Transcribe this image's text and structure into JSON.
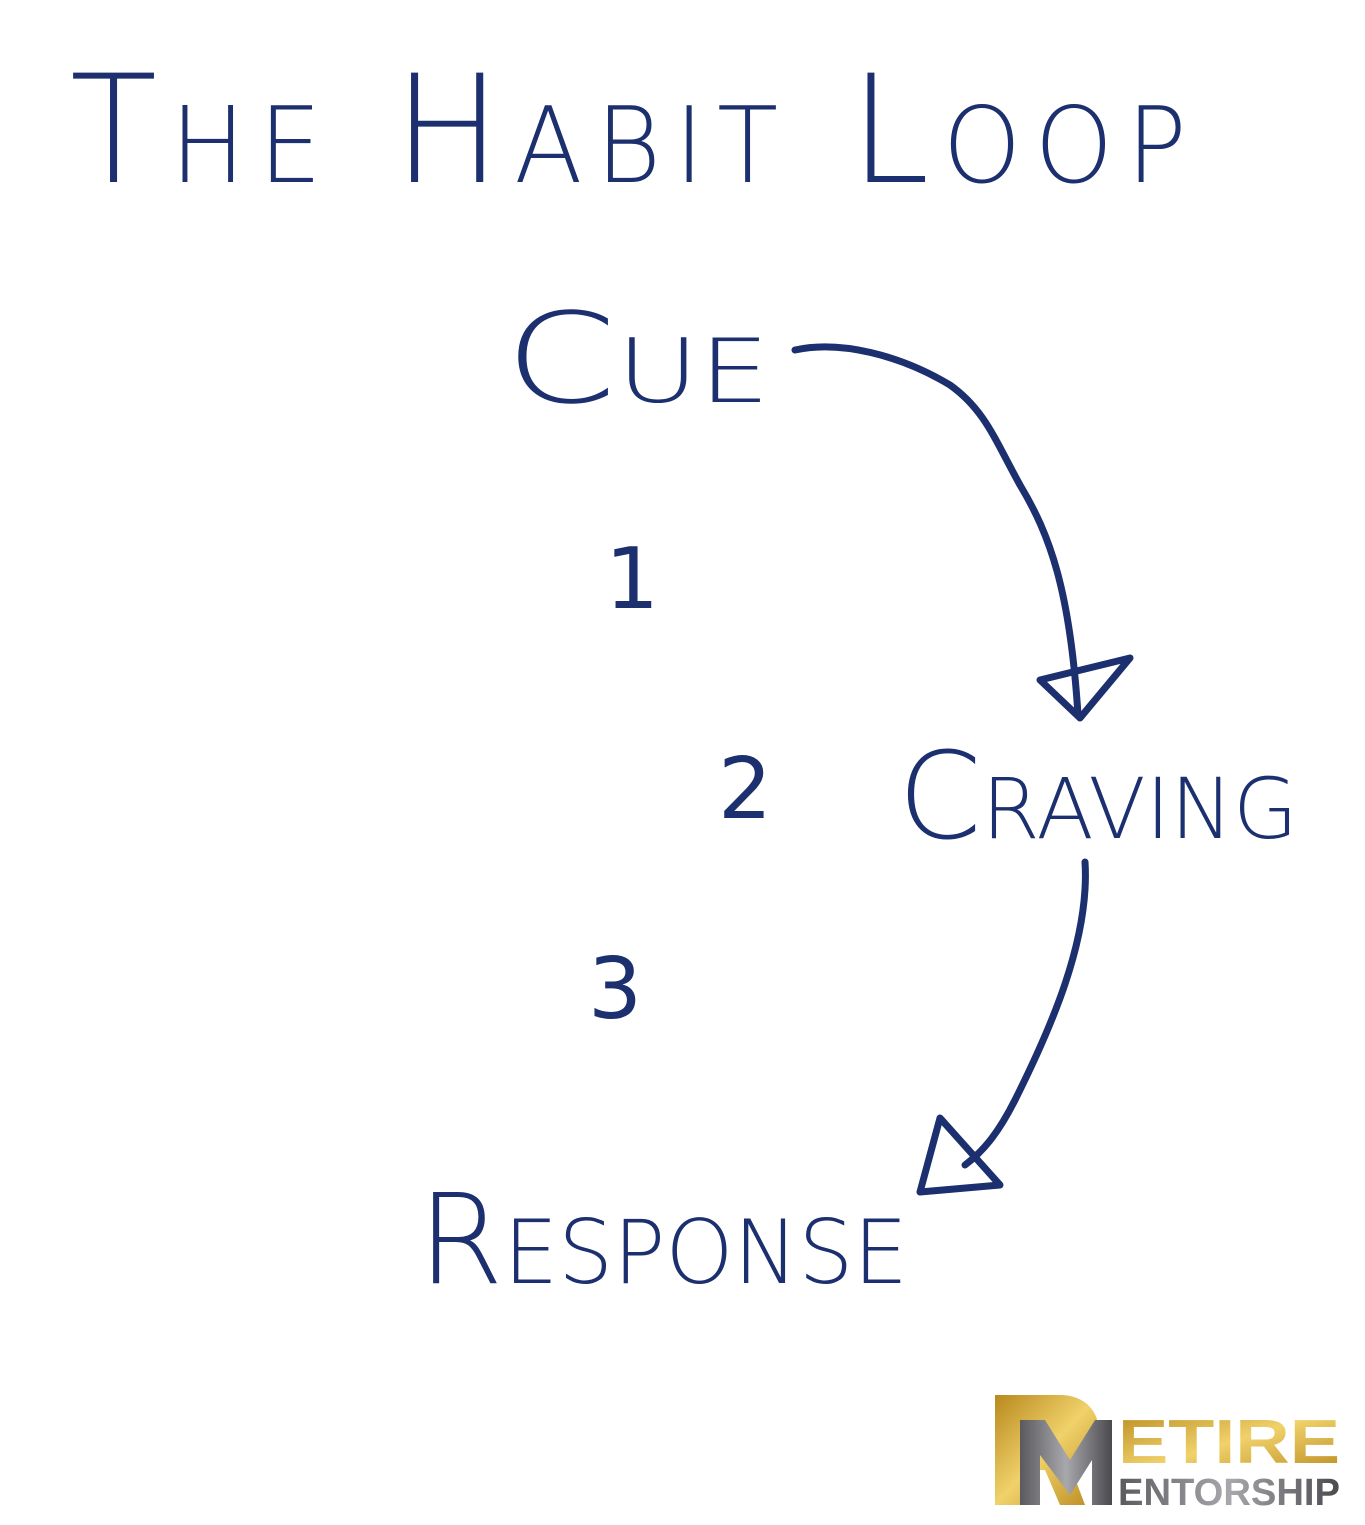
{
  "title": "The Habit Loop",
  "steps": [
    {
      "number": "1",
      "label": "Cue"
    },
    {
      "number": "2",
      "label": "Craving"
    },
    {
      "number": "3",
      "label": "Response"
    }
  ],
  "logo": {
    "line1": "RETIRE",
    "line2": "MENTORSHIP"
  },
  "colors": {
    "ink": "#1c2f6e",
    "gold": "#c9a033",
    "silver": "#6d6d70"
  }
}
